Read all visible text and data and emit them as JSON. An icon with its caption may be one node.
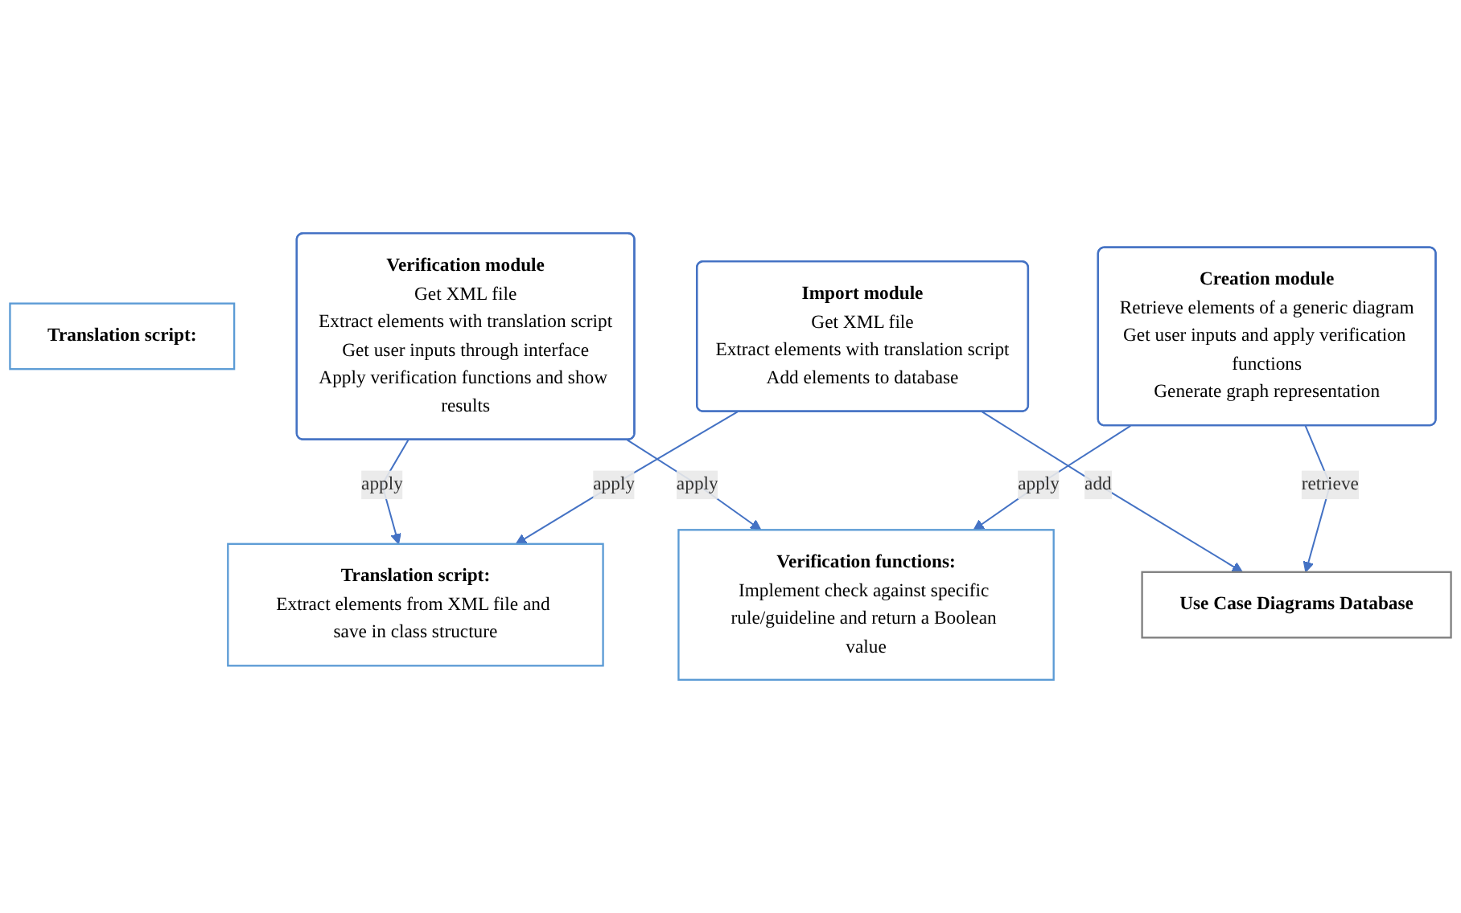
{
  "diagram": {
    "nodes": [
      {
        "text": [
          "Translation script:"
        ]
      },
      {
        "text": [
          "Translation script:",
          "Extract elements from XML file and save in class structure"
        ]
      },
      {
        "text": [
          "Verification module",
          "Get XML file",
          "Extract elements with translation script",
          "Get user inputs through interface",
          "Apply verification functions and show results"
        ]
      },
      {
        "text": [
          "Import module",
          "Get XML file",
          "Extract elements with translation script",
          "Add elements to database"
        ]
      },
      {
        "text": [
          "Use Case Diagrams Database"
        ]
      },
      {
        "text": [
          "Creation module",
          "Retrieve elements of a generic diagram",
          "Get user inputs and apply verification functions",
          "Generate graph representation"
        ]
      },
      {
        "text": [
          "Verification functions:",
          "Implement check against specific rule/guideline and return a Boolean value"
        ]
      }
    ],
    "edges": [
      {
        "from": 2,
        "to": 1,
        "arrow": "to",
        "label": "apply"
      },
      {
        "from": 3,
        "to": 1,
        "arrow": "to",
        "label": "apply"
      },
      {
        "from": 3,
        "to": 4,
        "arrow": "to",
        "label": "add"
      },
      {
        "from": 5,
        "to": 4,
        "arrow": "to",
        "label": "retrieve"
      },
      {
        "from": 2,
        "to": 6,
        "arrow": "to",
        "label": "apply"
      },
      {
        "from": 5,
        "to": 6,
        "arrow": "to",
        "label": "apply"
      }
    ]
  }
}
